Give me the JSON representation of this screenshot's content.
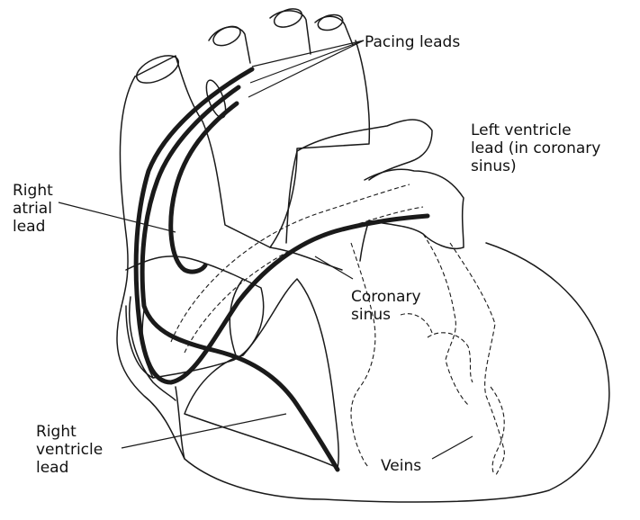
{
  "labels": {
    "pacing_leads": "Pacing leads",
    "left_ventricle_lead": "Left ventricle\nlead (in coronary\nsinus)",
    "right_atrial_lead": "Right\natrial\nlead",
    "coronary_sinus": "Coronary\nsinus",
    "right_ventricle_lead": "Right\nventricle\nlead",
    "veins": "Veins"
  }
}
